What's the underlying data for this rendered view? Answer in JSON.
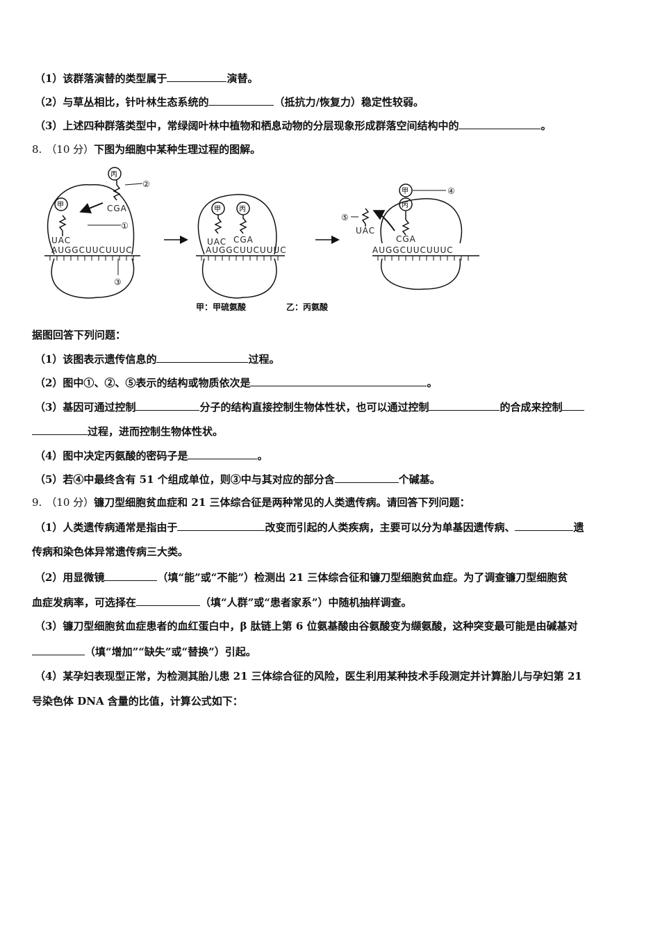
{
  "q7": {
    "p1_a": "（1）该群落演替的类型属于",
    "p1_b": "演替。",
    "p2_a": "（2）与草丛相比，针叶林生态系统的",
    "p2_b": "（抵抗力/恢复力）稳定性较弱。",
    "p3_a": "（3）上述四种群落类型中，常绿阔叶林中植物和栖息动物的分层现象形成群落空间结构中的",
    "p3_b": "。"
  },
  "q8": {
    "number": "8.",
    "score": "（10 分）",
    "stem": "下图为细胞中某种生理过程的图解。",
    "figure": {
      "label_jia": "甲",
      "label_bing": "丙",
      "mrna": "AUGGCUUCUUUC",
      "anticodon_1": "UAC",
      "anticodon_2": "CGA",
      "circle_1": "①",
      "circle_2": "②",
      "circle_3": "③",
      "circle_4": "④",
      "circle_5": "⑤",
      "caption_1": "甲：甲硫氨酸",
      "caption_2": "乙：丙氨酸"
    },
    "intro": "据图回答下列问题：",
    "p1_a": "（1）该图表示遗传信息的",
    "p1_b": "过程。",
    "p2_a": "（2）图中①、②、⑤表示的结构或物质依次是",
    "p2_b": "。",
    "p3_a": "（3）基因可通过控制",
    "p3_b": "分子的结构直接控制生物体性状，也可以通过控制",
    "p3_c": "的合成来控制",
    "p3_d": "过程，进而控制生物体性状。",
    "p4_a": "（4）图中决定丙氨酸的密码子是",
    "p4_b": "。",
    "p5_a": "（5）若④中最终含有 51 个组成单位，则③中与其对应的部分含",
    "p5_b": "个碱基。"
  },
  "q9": {
    "number": "9.",
    "score": "（10 分）",
    "stem": "镰刀型细胞贫血症和 21 三体综合征是两种常见的人类遗传病。请回答下列问题：",
    "p1_a": "（1）人类遗传病通常是指由于",
    "p1_b": "改变而引起的人类疾病，主要可以分为单基因遗传病、",
    "p1_c": "遗",
    "p1_d": "传病和染色体异常遗传病三大类。",
    "p2_a": "（2）用显微镜",
    "p2_b": "（填“能”或“不能”）检测出 21 三体综合征和镰刀型细胞贫血症。为了调查镰刀型细胞贫",
    "p2_c": "血症发病率，可选择在",
    "p2_d": "（填“人群”或“患者家系”）中随机抽样调查。",
    "p3_a": "（3）镰刀型细胞贫血症患者的血红蛋白中，β 肽链上第 6 位氨基酸由谷氨酸变为缬氨酸，这种突变最可能是由碱基对",
    "p3_b": "（填“增加”“缺失”或“替换”）引起。",
    "p4_a": "（4）某孕妇表现型正常，为检测其胎儿患 21 三体综合征的风险，医生利用某种技术手段测定并计算胎儿与孕妇第 21",
    "p4_b": "号染色体 DNA 含量的比值，计算公式如下："
  }
}
